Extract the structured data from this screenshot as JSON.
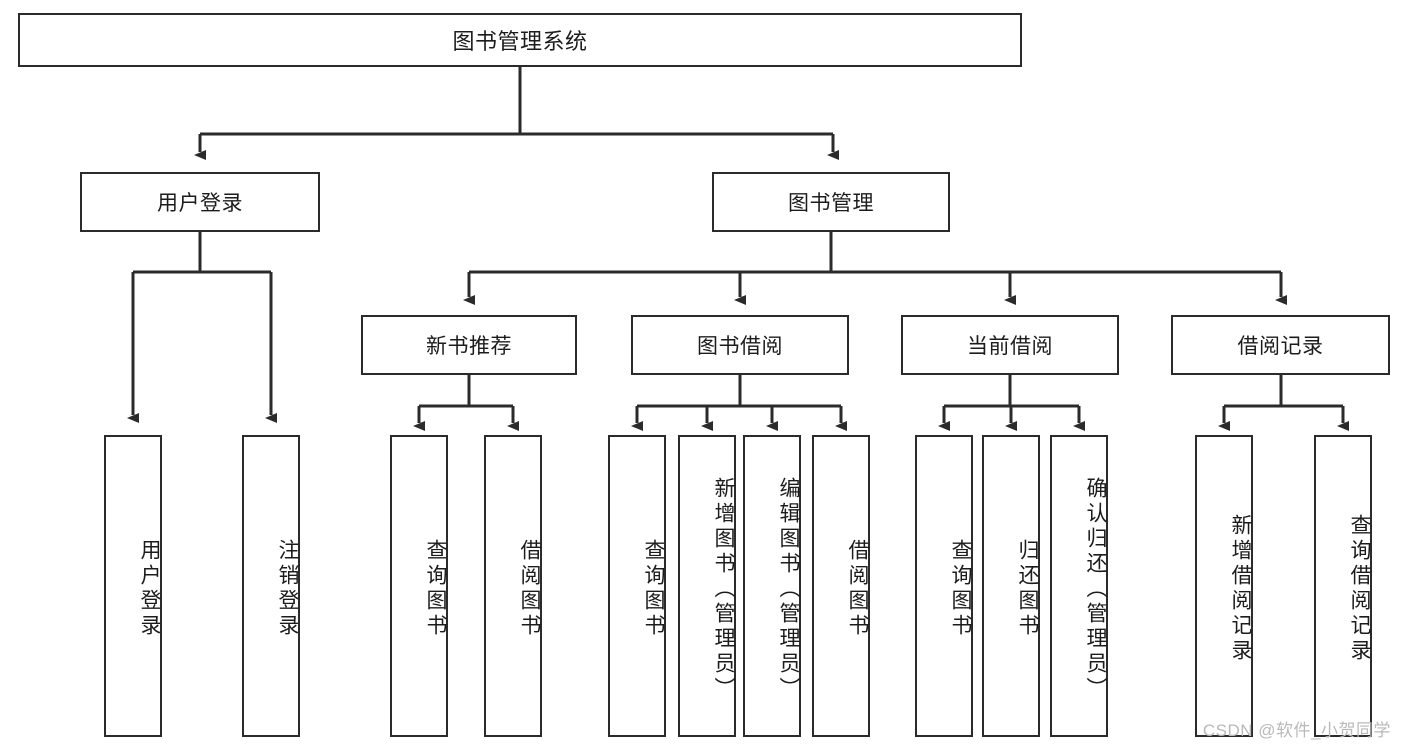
{
  "diagram": {
    "type": "tree",
    "title": "图书管理系统",
    "watermark": "CSDN @软件_小贺同学",
    "colors": {
      "box_stroke": "#2b2b2b",
      "box_fill": "#ffffff",
      "connector": "#2b2b2b",
      "text": "#1c1c1c",
      "watermark": "#b9b9b9"
    },
    "root": {
      "label": "图书管理系统"
    },
    "level1": [
      {
        "label": "用户登录"
      },
      {
        "label": "图书管理"
      }
    ],
    "level2": [
      {
        "label": "新书推荐"
      },
      {
        "label": "图书借阅"
      },
      {
        "label": "当前借阅"
      },
      {
        "label": "借阅记录"
      }
    ],
    "leaves": {
      "user_login": [
        {
          "label": "用户登录"
        },
        {
          "label": "注销登录"
        }
      ],
      "new_book_recommend": [
        {
          "label": "查询图书"
        },
        {
          "label": "借阅图书"
        }
      ],
      "book_borrow": [
        {
          "label": "查询图书"
        },
        {
          "label": "新增图书（管理员）"
        },
        {
          "label": "编辑图书（管理员）"
        },
        {
          "label": "借阅图书"
        }
      ],
      "current_borrow": [
        {
          "label": "查询图书"
        },
        {
          "label": "归还图书"
        },
        {
          "label": "确认归还（管理员）"
        }
      ],
      "borrow_record": [
        {
          "label": "新增借阅记录"
        },
        {
          "label": "查询借阅记录"
        }
      ]
    }
  }
}
